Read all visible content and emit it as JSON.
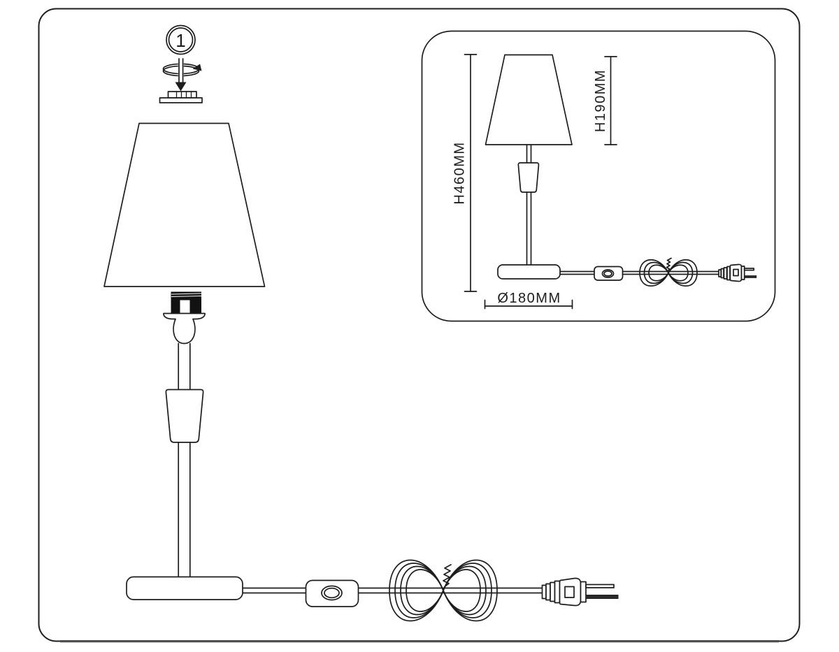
{
  "diagram": {
    "title": "table-lamp-assembly-diagram",
    "step": {
      "number": "1"
    },
    "inset": {
      "dim_total_height": "H460MM",
      "dim_shade_height": "H190MM",
      "dim_base_diameter": "Ø180MM"
    },
    "colors": {
      "line": "#1d1d1d",
      "background": "#ffffff",
      "bottom_shadow": "#4f4f4f"
    }
  }
}
